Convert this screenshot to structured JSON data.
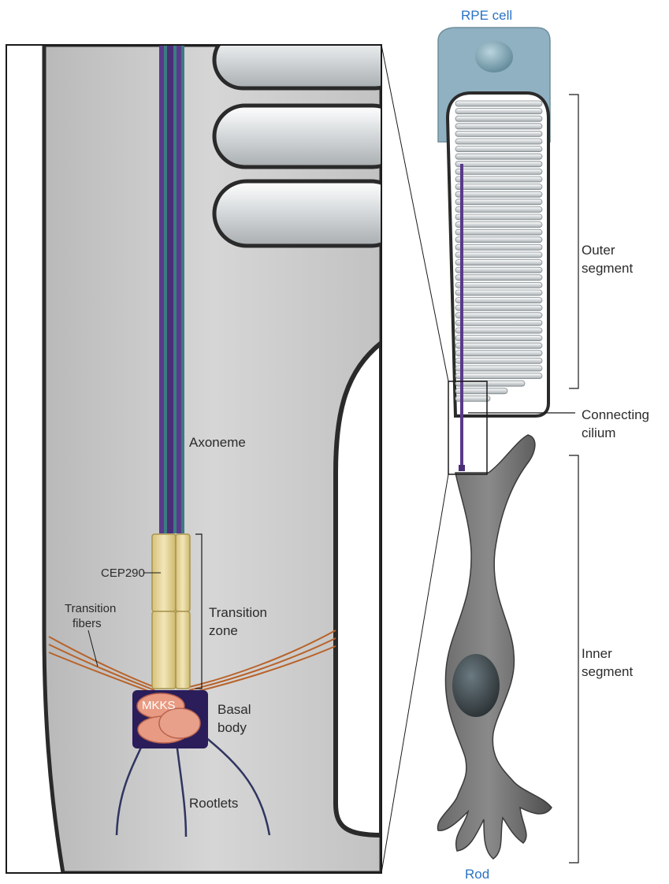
{
  "labels": {
    "rpe_cell": "RPE cell",
    "outer_segment_1": "Outer",
    "outer_segment_2": "segment",
    "connecting_cilium_1": "Connecting",
    "connecting_cilium_2": "cilium",
    "inner_segment_1": "Inner",
    "inner_segment_2": "segment",
    "rod": "Rod",
    "axoneme": "Axoneme",
    "cep290": "CEP290",
    "transition_fibers_1": "Transition",
    "transition_fibers_2": "fibers",
    "transition_zone_1": "Transition",
    "transition_zone_2": "zone",
    "mkks": "MKKS",
    "basal_body_1": "Basal",
    "basal_body_2": "body",
    "rootlets": "Rootlets"
  },
  "colors": {
    "cytoplasm": "#c9c9c9",
    "membrane": "#2a2a2a",
    "rpe": "#8fb1c2",
    "axoneme_purple": "#5a3a8a",
    "axoneme_teal": "#3c7c80",
    "transition_zone": "#e9d9a0",
    "transition_fibers": "#b8622a",
    "basal_body": "#2a1d5a",
    "mkks": "#e89a82",
    "rootlets": "#2f3560",
    "label_blue": "#2a72c4"
  }
}
